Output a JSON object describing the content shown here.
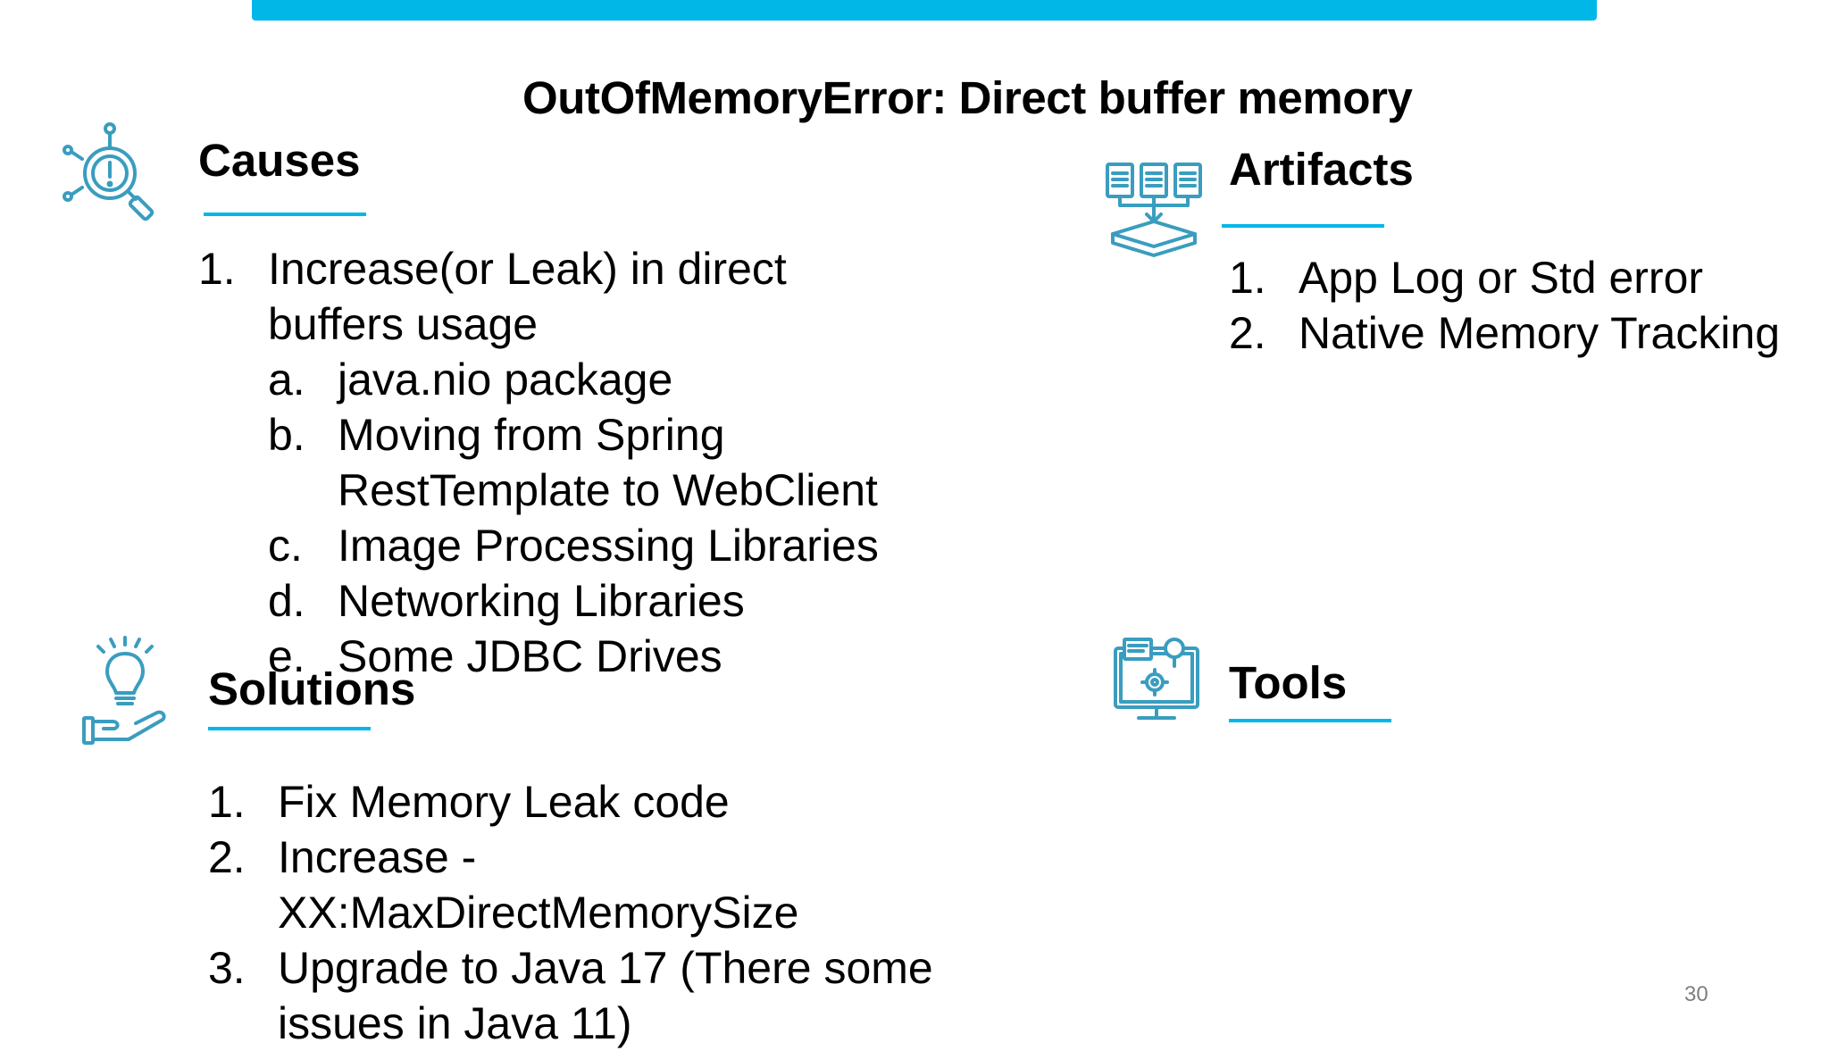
{
  "colors": {
    "accent": "#00b7e8",
    "icon": "#3a9dbf",
    "page_number": "#7f7f7f"
  },
  "slide": {
    "title": "OutOfMemoryError: Direct buffer memory",
    "page_number": "30"
  },
  "causes": {
    "icon": "magnifier-alert-icon",
    "heading": "Causes",
    "items": [
      {
        "marker": "1.",
        "text": "Increase(or Leak) in direct buffers usage",
        "subitems": [
          {
            "marker": "a.",
            "text": "java.nio package"
          },
          {
            "marker": "b.",
            "text": "Moving from Spring RestTemplate to WebClient"
          },
          {
            "marker": "c.",
            "text": "Image Processing Libraries"
          },
          {
            "marker": "d.",
            "text": "Networking Libraries"
          },
          {
            "marker": "e.",
            "text": "Some JDBC Drives"
          }
        ]
      }
    ]
  },
  "artifacts": {
    "icon": "documents-tray-icon",
    "heading": "Artifacts",
    "items": [
      {
        "marker": "1.",
        "text": "App Log or Std error"
      },
      {
        "marker": "2.",
        "text": "Native Memory Tracking"
      }
    ]
  },
  "solutions": {
    "icon": "lightbulb-hand-icon",
    "heading": "Solutions",
    "items": [
      {
        "marker": "1.",
        "text": "Fix Memory Leak code"
      },
      {
        "marker": "2.",
        "text": "Increase -XX:MaxDirectMemorySize"
      },
      {
        "marker": "3.",
        "text": "Upgrade to Java 17 (There some issues in Java 11)"
      }
    ]
  },
  "tools": {
    "icon": "monitor-settings-icon",
    "heading": "Tools"
  }
}
